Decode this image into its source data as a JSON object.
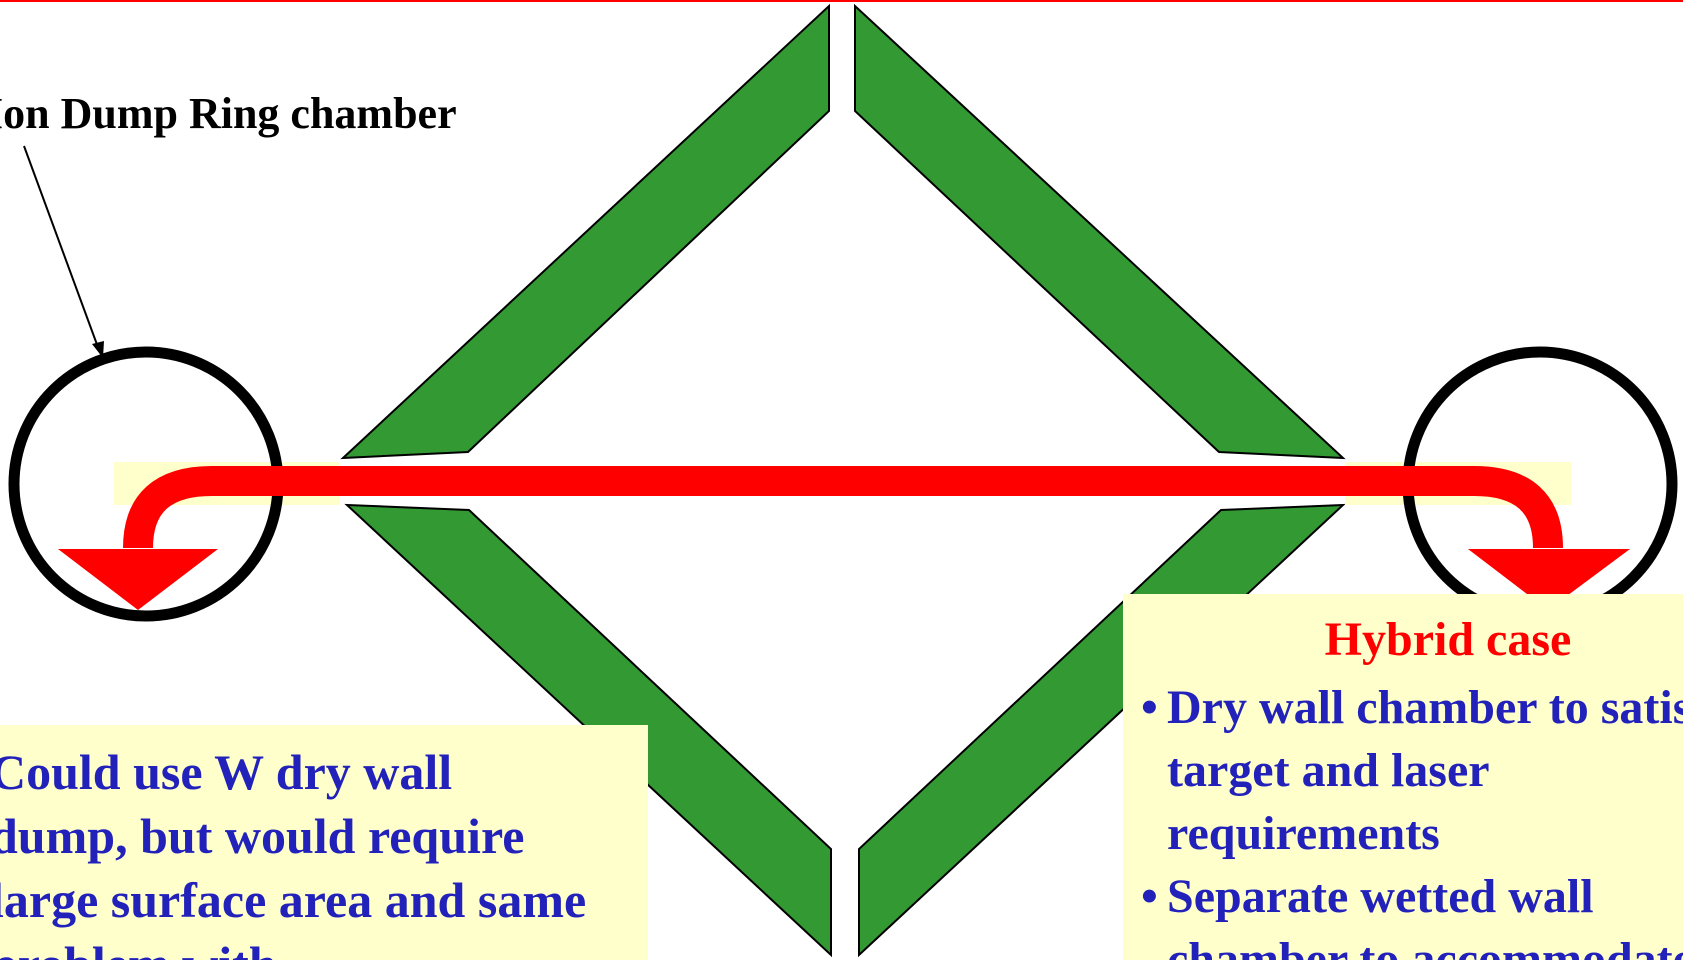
{
  "colors": {
    "rule": "#ff0000",
    "panel_fill": "#339933",
    "beam": "#ff0000",
    "highlight": "#ffffcc",
    "note_text": "#2222bb",
    "title_text": "#ff0000",
    "ring": "#000000"
  },
  "labels": {
    "chamber": "Ion Dump Ring chamber"
  },
  "left_note": {
    "lines": [
      "Could  use W dry wall",
      "dump, but would require",
      "large surface area and same",
      "problem with"
    ]
  },
  "right_note": {
    "title": "Hybrid case",
    "bullet_symbol": "•",
    "bullets": [
      {
        "lines": [
          "Dry wall chamber to satisfy",
          "target and laser",
          "requirements"
        ]
      },
      {
        "lines": [
          "Separate wetted wall",
          "chamber to accommodate"
        ]
      }
    ]
  },
  "icons": {
    "arrow_left": "curved-down-arrow-icon",
    "arrow_right": "curved-down-arrow-icon"
  }
}
